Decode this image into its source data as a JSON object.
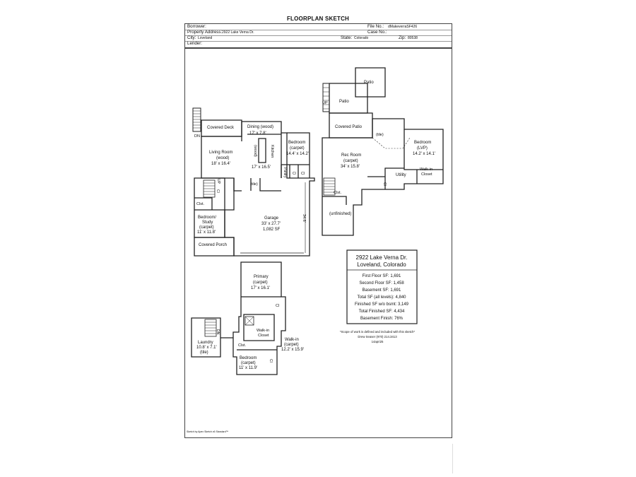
{
  "title": "FLOORPLAN SKETCH",
  "header": {
    "borrower_label": "Borrower:",
    "file_no_label": "File No.:",
    "file_no_value": "dMakeverraSF426",
    "property_address_label": "Property Address:",
    "property_address_value": "2922 Lake Verna Dr.",
    "case_no_label": "Case No.:",
    "city_label": "City:",
    "city_value": "Loveland",
    "state_label": "State:",
    "state_value": "Colorado",
    "zip_label": "Zip:",
    "zip_value": "80538",
    "lender_label": "Lender:"
  },
  "rooms": {
    "covered_deck": "Covered Deck",
    "dn_main": "DN",
    "dining": "Dining  (wood)",
    "dining_dim": "17' x 7.8'",
    "bedroom_main": "Bedroom",
    "bedroom_main_floor": "(carpet)",
    "bedroom_main_dim": "14.4' x 14.2'",
    "living": "Living Room",
    "living_floor": "(wood)",
    "living_dim": "18' x 16.4'",
    "wood_vertical": "(wood)",
    "kitchen": "Kitchen",
    "kitchen_dim": "17' x 16.5'",
    "pantry": "Pantry",
    "cl_a": "Cl",
    "cl_b": "Cl",
    "up_main": "UP",
    "tile_main": "(tile)",
    "cl_entry": "Cl",
    "clst_main": "Clst.",
    "bedroom_study": "Bedroom/",
    "bedroom_study_2": "Study",
    "bedroom_study_floor": "(carpet)",
    "bedroom_study_dim": "11' x 11.8'",
    "garage": "Garage",
    "garage_dim": "33' x 27.7'",
    "garage_sf": "1,082 SF",
    "garage_side": "34.6'",
    "covered_porch": "Covered Porch",
    "patio_top": "Patio",
    "patio": "Patio",
    "up_bsmt": "UP",
    "covered_patio": "Covered Patio",
    "tile_bsmt": "(tile)",
    "bedroom_lvp": "Bedroom",
    "bedroom_lvp_floor": "(LVP)",
    "bedroom_lvp_dim": "14.2' x 14.1'",
    "rec_room": "Rec Room",
    "rec_room_floor": "(carpet)",
    "rec_room_dim": "34' x 15.8'",
    "utility": "Utility",
    "walkin_bsmt": "Walk-in",
    "walkin_bsmt_2": "Closet",
    "cl_bsmt": "Cl",
    "clst_bsmt": "Clst.",
    "unfinished": "(unfinished)",
    "primary": "Primary",
    "primary_floor": "(carpet)",
    "primary_dim": "17' x 16.1'",
    "cl_upper": "Cl",
    "walkin_closet": "Walk-in",
    "walkin_closet_2": "Closet",
    "walkin_carpet": "Walk-in",
    "walkin_carpet_floor": "(carpet)",
    "walkin_carpet_dim": "12.2' x 15.9'",
    "dn_upper": "DN",
    "laundry": "Laundry",
    "laundry_dim": "10.8' x 7.1'",
    "laundry_floor": "(tile)",
    "clst_upper": "Clst.",
    "bedroom_upper": "Bedroom",
    "bedroom_upper_floor": "(carpet)",
    "bedroom_upper_dim": "11' x 11.9'",
    "cl_upper_b": "Cl"
  },
  "summary": {
    "address_line1": "2922 Lake Verna Dr.",
    "address_line2": "Loveland, Colorado",
    "rows": [
      "First Floor SF: 1,691",
      "Second Floor SF: 1,458",
      "Basement SF: 1,691",
      "Total SF (all levels): 4,840",
      "Finished SF w/o bsmt: 3,149",
      "Total Finished SF: 4,434",
      "Basement Finish: 76%"
    ]
  },
  "note": {
    "line1": "*Scope of work is defined and included with this sketch*",
    "line2": "Drew Seaser          (970) 214.3413",
    "line3": "14apri25"
  },
  "footer_credit": "Sketch by Apex Sketch v6 Standard™"
}
